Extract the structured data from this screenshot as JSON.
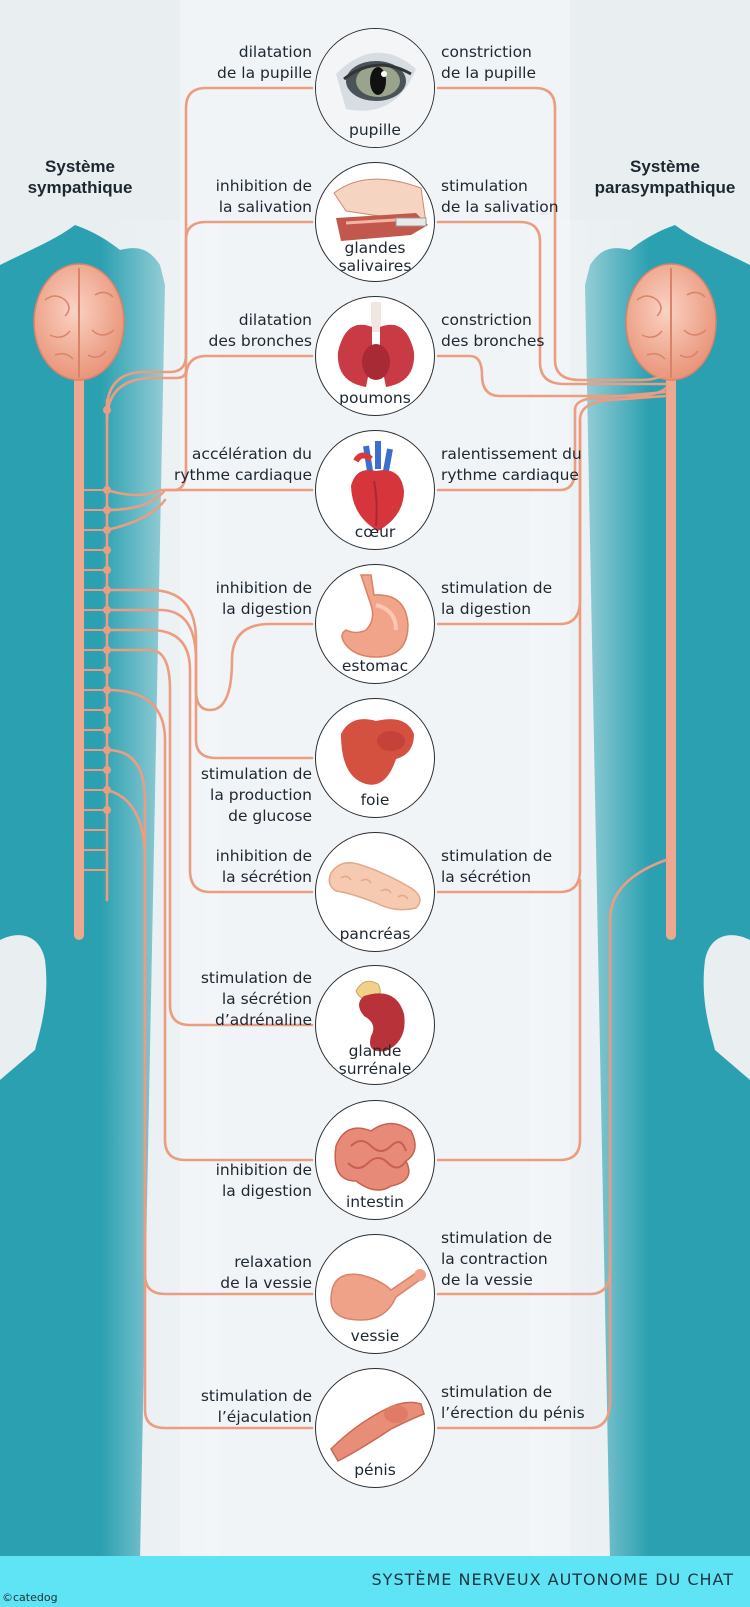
{
  "colors": {
    "nerve": "#eb9d82",
    "brain": "#f2b19c",
    "body": "#2aa0b0",
    "footer": "#5ee4f4"
  },
  "systems": {
    "left": [
      "Système",
      "sympathique"
    ],
    "right": [
      "Système",
      "parasympathique"
    ]
  },
  "organs": [
    {
      "id": "pupille",
      "label": [
        "pupille"
      ],
      "icon": "eye-icon",
      "left": [
        "dilatation",
        "de la pupille"
      ],
      "right": [
        "constriction",
        "de la pupille"
      ]
    },
    {
      "id": "glandes",
      "label": [
        "glandes",
        "salivaires"
      ],
      "icon": "salivary-gland-icon",
      "left": [
        "inhibition de",
        "la salivation"
      ],
      "right": [
        "stimulation",
        "de la salivation"
      ]
    },
    {
      "id": "poumons",
      "label": [
        "poumons"
      ],
      "icon": "lungs-icon",
      "left": [
        "dilatation",
        "des bronches"
      ],
      "right": [
        "constriction",
        "des bronches"
      ]
    },
    {
      "id": "coeur",
      "label": [
        "cœur"
      ],
      "icon": "heart-icon",
      "left": [
        "accélération du",
        "rythme cardiaque"
      ],
      "right": [
        "ralentissement du",
        "rythme cardiaque"
      ]
    },
    {
      "id": "estomac",
      "label": [
        "estomac"
      ],
      "icon": "stomach-icon",
      "left": [
        "inhibition de",
        "la digestion"
      ],
      "right": [
        "stimulation de",
        "la digestion"
      ]
    },
    {
      "id": "foie",
      "label": [
        "foie"
      ],
      "icon": "liver-icon",
      "left": [
        "stimulation de",
        "la production",
        "de glucose"
      ],
      "right": []
    },
    {
      "id": "pancreas",
      "label": [
        "pancréas"
      ],
      "icon": "pancreas-icon",
      "left": [
        "inhibition de",
        "la sécrétion"
      ],
      "right": [
        "stimulation de",
        "la sécrétion"
      ]
    },
    {
      "id": "surrenale",
      "label": [
        "glande",
        "surrénale"
      ],
      "icon": "adrenal-gland-icon",
      "left": [
        "stimulation de",
        "la sécrétion",
        "d’adrénaline"
      ],
      "right": []
    },
    {
      "id": "intestin",
      "label": [
        "intestin"
      ],
      "icon": "intestine-icon",
      "left": [
        "inhibition de",
        "la digestion"
      ],
      "right": []
    },
    {
      "id": "vessie",
      "label": [
        "vessie"
      ],
      "icon": "bladder-icon",
      "left": [
        "relaxation",
        "de la vessie"
      ],
      "right": [
        "stimulation de",
        "la contraction",
        "de la vessie"
      ]
    },
    {
      "id": "penis",
      "label": [
        "pénis"
      ],
      "icon": "penis-icon",
      "left": [
        "stimulation de",
        "l’éjaculation"
      ],
      "right": [
        "stimulation de",
        "l’érection du pénis"
      ]
    }
  ],
  "footer": {
    "title": "SYSTÈME NERVEUX AUTONOME DU CHAT",
    "copyright": "©catedog"
  }
}
